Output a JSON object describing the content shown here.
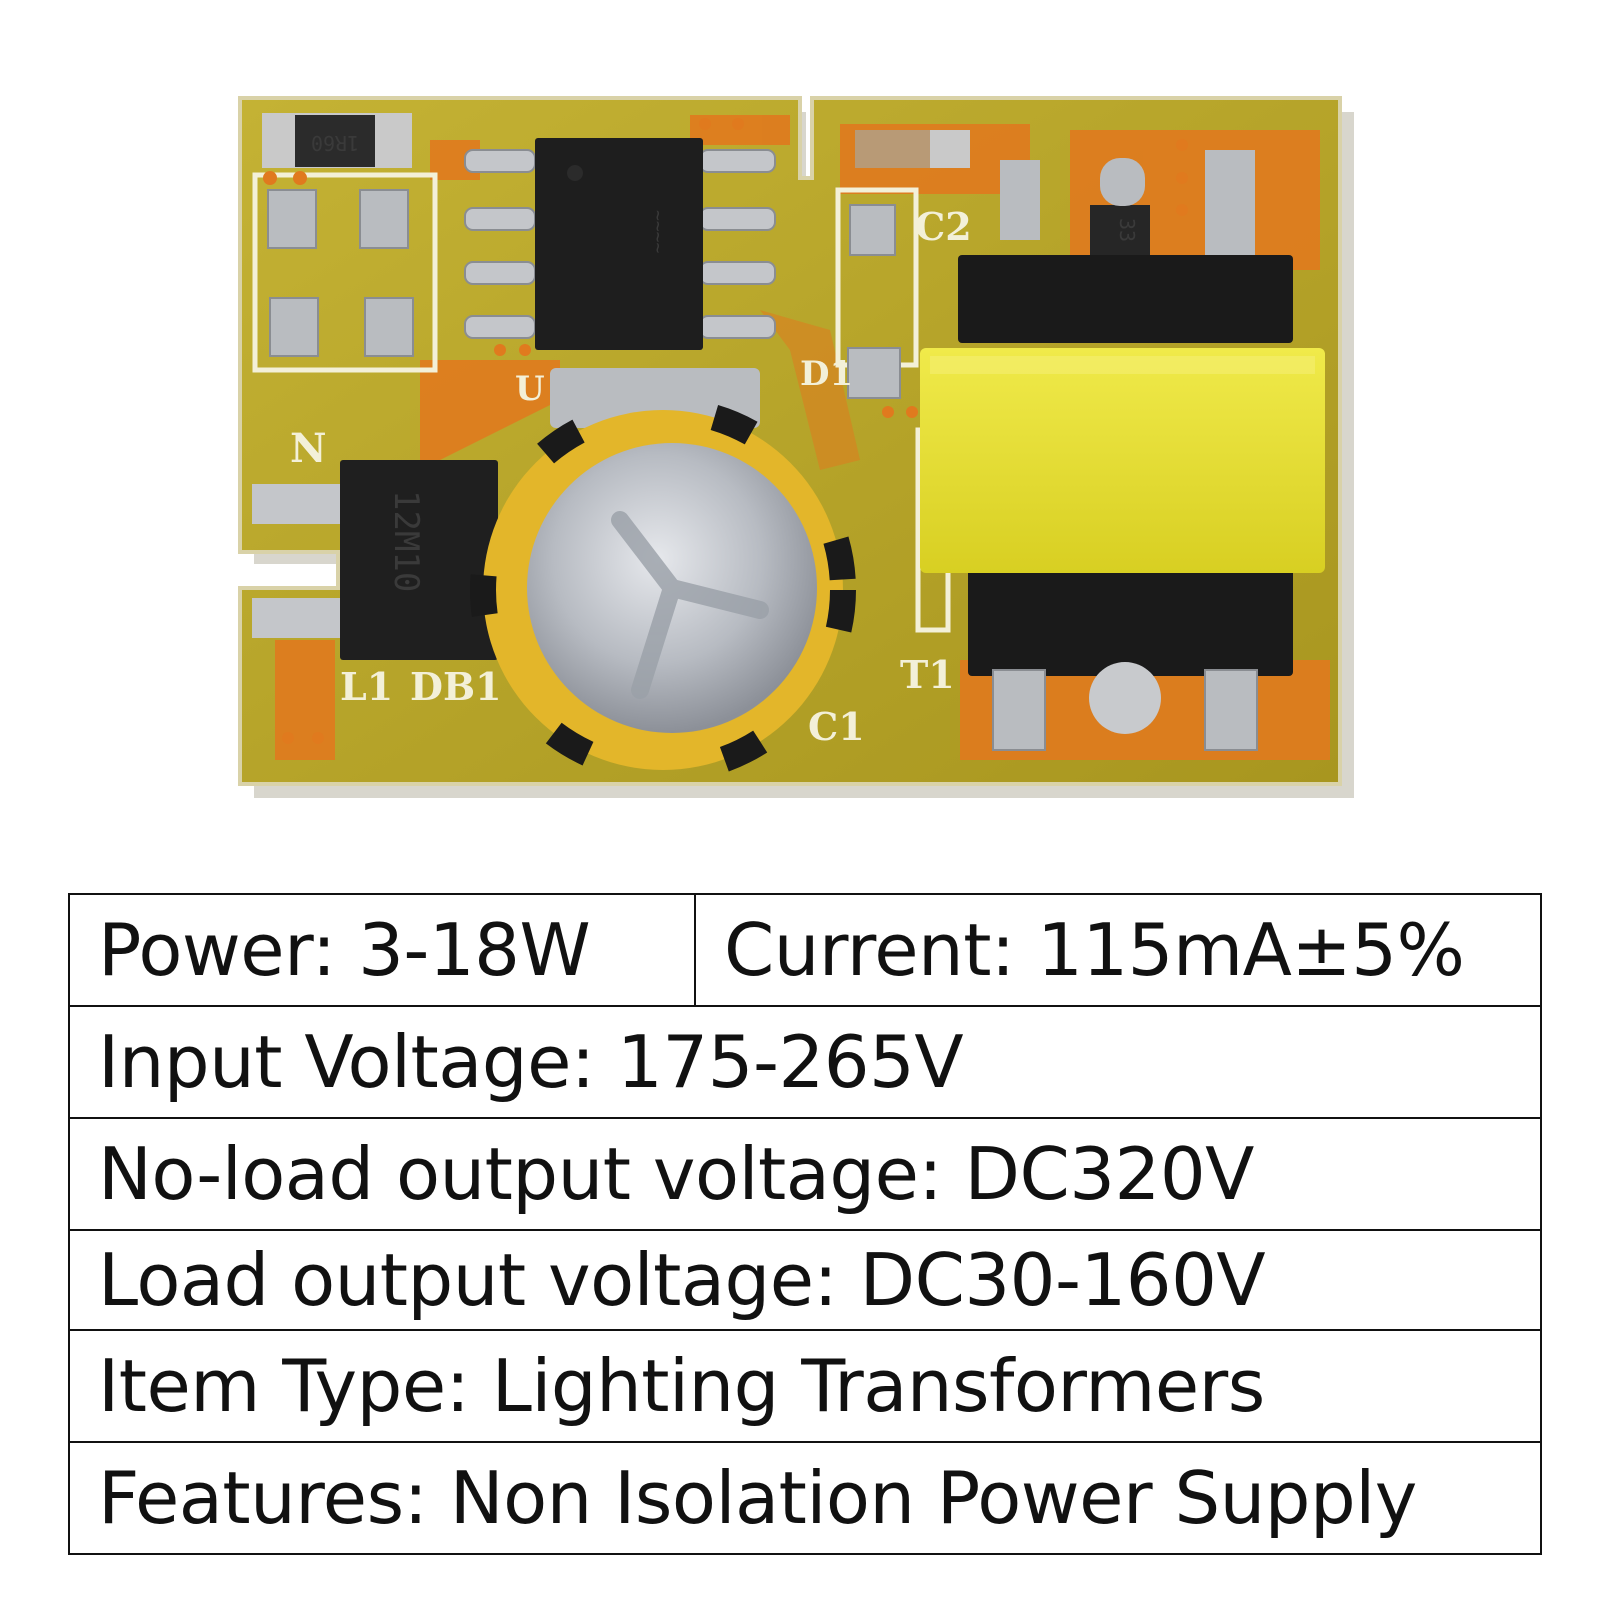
{
  "board": {
    "silkscreen": {
      "n": "N",
      "l1": "L1",
      "db1": "DB1",
      "c1": "C1",
      "c2": "C2",
      "d1": "D1",
      "t1": "T1",
      "u": "U"
    },
    "markings": {
      "resistor": "1R60",
      "bridge": "12M10",
      "diode": "33"
    },
    "colors": {
      "pcb": "#b7a52a",
      "copper": "#e07a1e",
      "transformer_core": "#e8e032",
      "capacitor_sleeve": "#e3b62a"
    }
  },
  "specs": {
    "power": "Power: 3-18W",
    "current": "Current: 115mA±5%",
    "input_voltage": "Input Voltage: 175-265V",
    "no_load_output": "No-load output voltage: DC320V",
    "load_output": "Load output voltage: DC30-160V",
    "item_type": "Item Type: Lighting Transformers",
    "features": "Features: Non Isolation Power Supply"
  }
}
